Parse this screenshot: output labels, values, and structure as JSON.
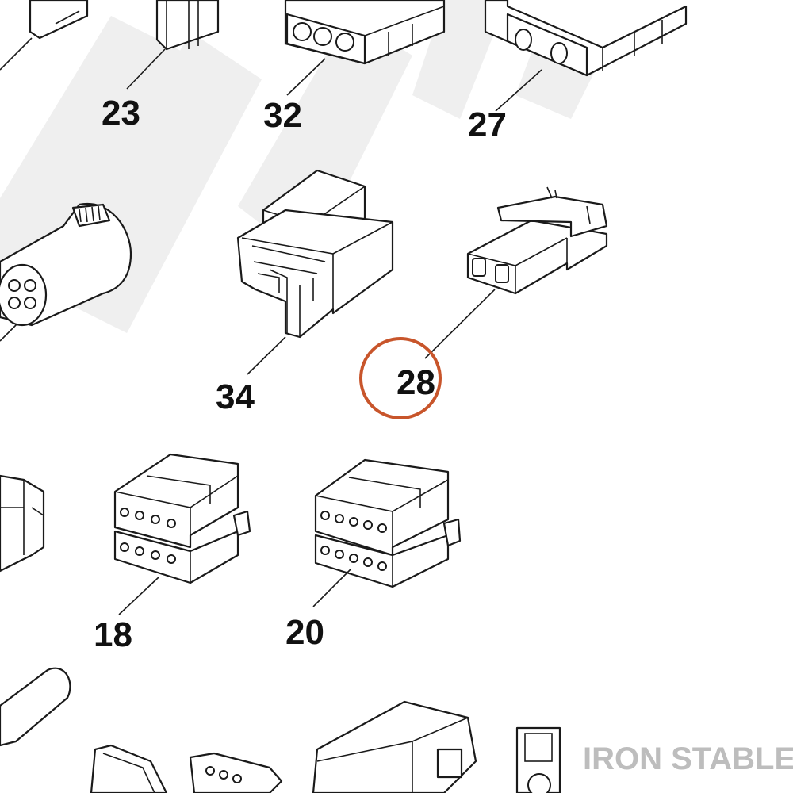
{
  "diagram": {
    "callouts": [
      {
        "id": "23",
        "label": "23"
      },
      {
        "id": "32",
        "label": "32"
      },
      {
        "id": "27",
        "label": "27"
      },
      {
        "id": "34",
        "label": "34"
      },
      {
        "id": "28",
        "label": "28",
        "highlighted": true
      },
      {
        "id": "18",
        "label": "18"
      },
      {
        "id": "20",
        "label": "20"
      }
    ],
    "highlight_color": "#c8552b",
    "watermark_color": "#efefef"
  },
  "brand": {
    "text": "IRON STABLE"
  }
}
